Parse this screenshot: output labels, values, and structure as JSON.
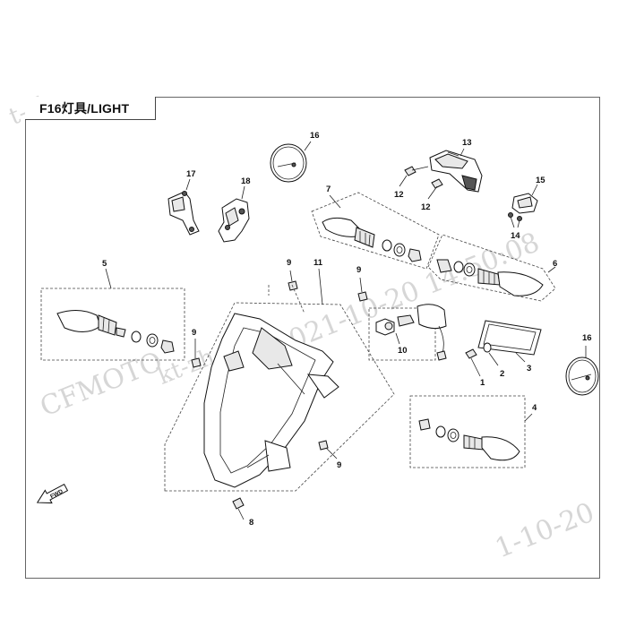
{
  "header": {
    "title": "F16灯具/LIGHT"
  },
  "watermarks": {
    "brand": "CFMOTO",
    "timestamp": "2021-10-20 14:50:08",
    "date_fragment": "1-10-20",
    "code_fragment": "kt-zh",
    "corner_fragment": "t-zh"
  },
  "direction_marker": {
    "label": "FWD"
  },
  "callouts": {
    "c1": "1",
    "c2": "2",
    "c3": "3",
    "c4": "4",
    "c5": "5",
    "c6": "6",
    "c7": "7",
    "c8": "8",
    "c9a": "9",
    "c9b": "9",
    "c9c": "9",
    "c9d": "9",
    "c10": "10",
    "c11": "11",
    "c12a": "12",
    "c12b": "12",
    "c13": "13",
    "c14": "14",
    "c15": "15",
    "c16a": "16",
    "c16b": "16",
    "c17": "17",
    "c18": "18"
  }
}
